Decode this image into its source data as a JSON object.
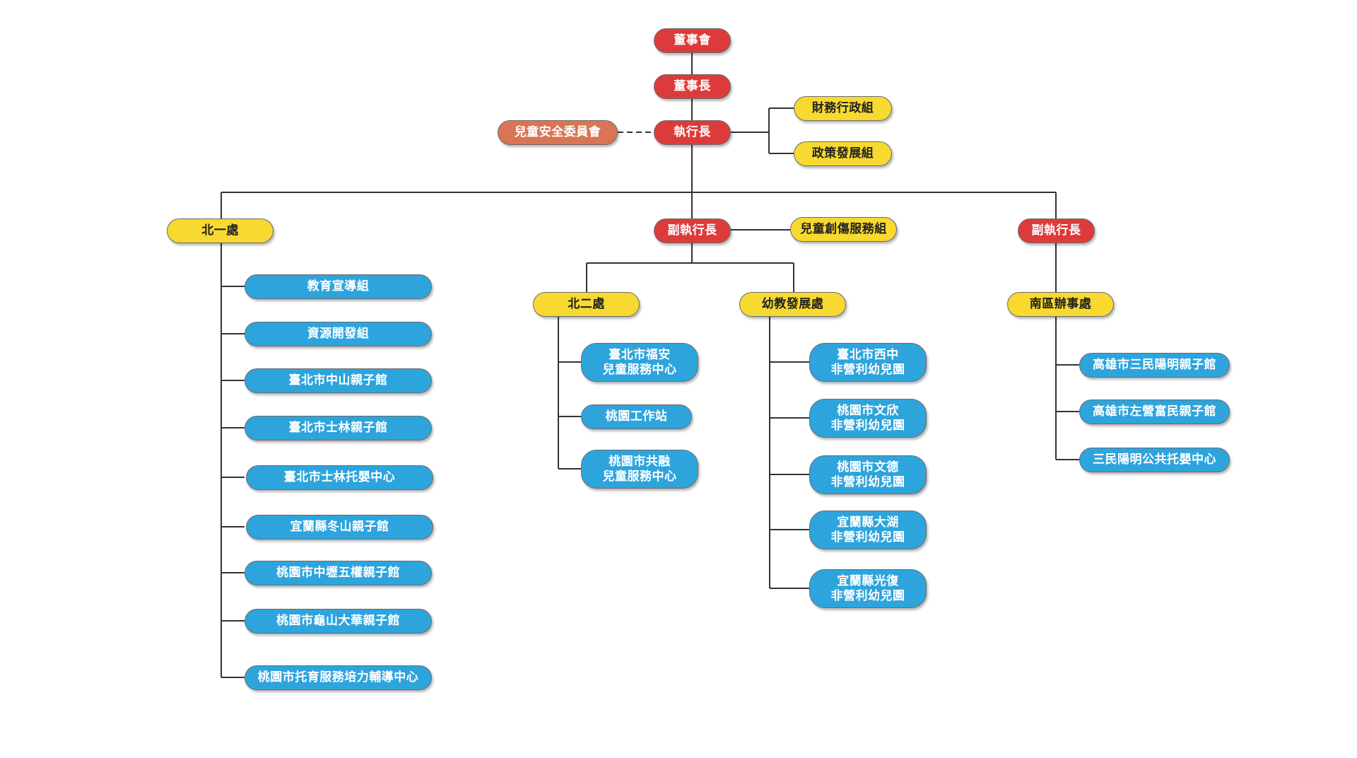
{
  "colors": {
    "red": "#dd3b3b",
    "yellow": "#f7d92f",
    "orange": "#d97455",
    "blue": "#2ea4dd",
    "line": "#333333"
  },
  "nodes": {
    "board": "董事會",
    "chairman": "董事長",
    "ceo": "執行長",
    "child_safety_committee": "兒童安全委員會",
    "finance_admin": "財務行政組",
    "policy_dev": "政策發展組",
    "north1": "北一處",
    "deputy_ceo_1": "副執行長",
    "trauma_services": "兒童創傷服務組",
    "deputy_ceo_2": "副執行長",
    "north2": "北二處",
    "preschool_dev": "幼教發展處",
    "south_office": "南區辦事處",
    "north1_units": [
      "教育宣導組",
      "資源開發組",
      "臺北市中山親子館",
      "臺北市士林親子館",
      "臺北市士林托嬰中心",
      "宜蘭縣冬山親子館",
      "桃園市中壢五權親子館",
      "桃園市龜山大華親子館",
      "桃園市托育服務培力輔導中心"
    ],
    "north2_units": [
      "臺北市福安\n兒童服務中心",
      "桃園工作站",
      "桃園市共融\n兒童服務中心"
    ],
    "preschool_units": [
      "臺北市西中\n非營利幼兒園",
      "桃園市文欣\n非營利幼兒園",
      "桃園市文德\n非營利幼兒園",
      "宜蘭縣大湖\n非營利幼兒園",
      "宜蘭縣光復\n非營利幼兒園"
    ],
    "south_units": [
      "高雄市三民陽明親子館",
      "高雄市左營富民親子館",
      "三民陽明公共托嬰中心"
    ]
  }
}
